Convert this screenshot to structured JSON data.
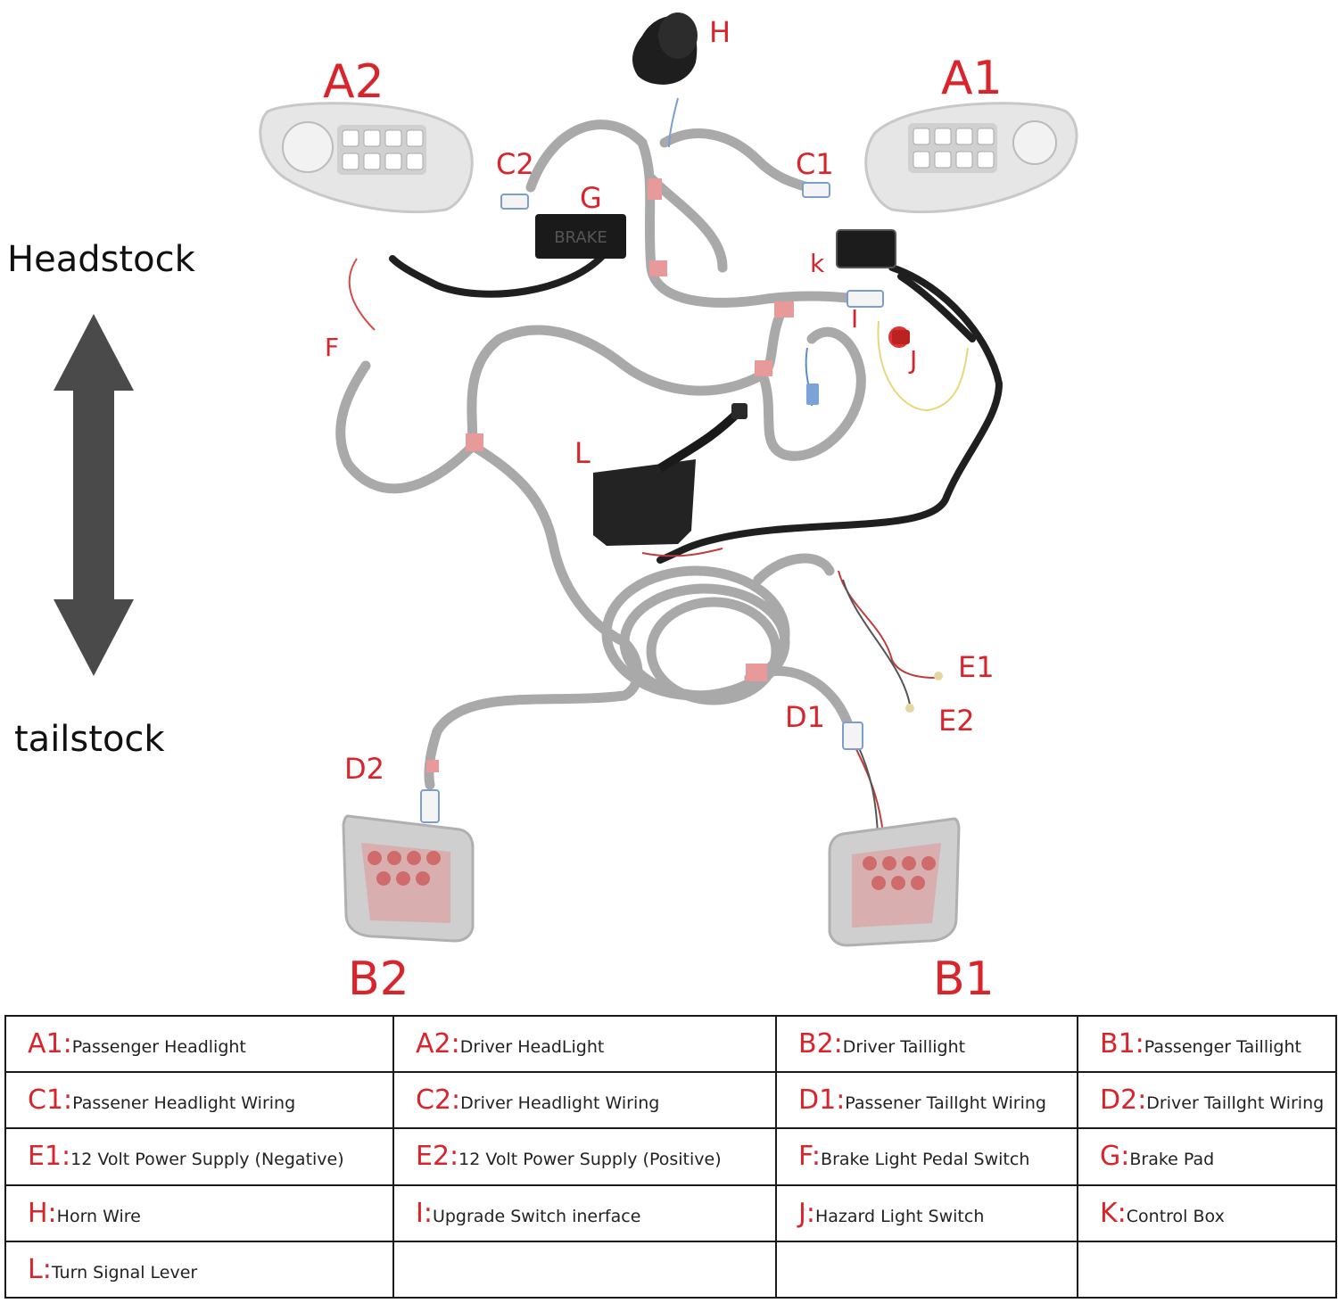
{
  "side": {
    "top": "Headstock",
    "bottom": "tailstock"
  },
  "brake_pad_text": "BRAKE",
  "labels": {
    "A2": "A2",
    "A1": "A1",
    "H": "H",
    "C2": "C2",
    "C1": "C1",
    "G": "G",
    "K": "k",
    "F": "F",
    "I": "I",
    "J": "J",
    "L": "L",
    "E1": "E1",
    "E2": "E2",
    "D1": "D1",
    "D2": "D2",
    "B2": "B2",
    "B1": "B1"
  },
  "legend": [
    [
      {
        "code": "A1:",
        "text": "Passenger Headlight"
      },
      {
        "code": "A2:",
        "text": "Driver HeadLight"
      },
      {
        "code": "B2:",
        "text": "Driver Taillight"
      },
      {
        "code": "B1:",
        "text": "Passenger Taillight"
      }
    ],
    [
      {
        "code": "C1:",
        "text": "Passener Headlight Wiring"
      },
      {
        "code": "C2:",
        "text": "Driver Headlight Wiring"
      },
      {
        "code": "D1:",
        "text": "Passener Taillght Wiring"
      },
      {
        "code": "D2:",
        "text": "Driver Taillght Wiring"
      }
    ],
    [
      {
        "code": "E1:",
        "text": "12 Volt Power Supply (Negative)"
      },
      {
        "code": "E2:",
        "text": "12 Volt Power Supply (Positive)"
      },
      {
        "code": "F:",
        "text": "Brake Light Pedal Switch"
      },
      {
        "code": "G:",
        "text": "Brake Pad"
      }
    ],
    [
      {
        "code": "H:",
        "text": "Horn Wire"
      },
      {
        "code": "I:",
        "text": "Upgrade Switch inerface"
      },
      {
        "code": "J:",
        "text": "Hazard Light Switch"
      },
      {
        "code": "K:",
        "text": "Control Box"
      }
    ],
    [
      {
        "code": "L:",
        "text": "Turn Signal Lever"
      },
      {
        "code": "",
        "text": ""
      },
      {
        "code": "",
        "text": ""
      },
      {
        "code": "",
        "text": ""
      }
    ]
  ]
}
